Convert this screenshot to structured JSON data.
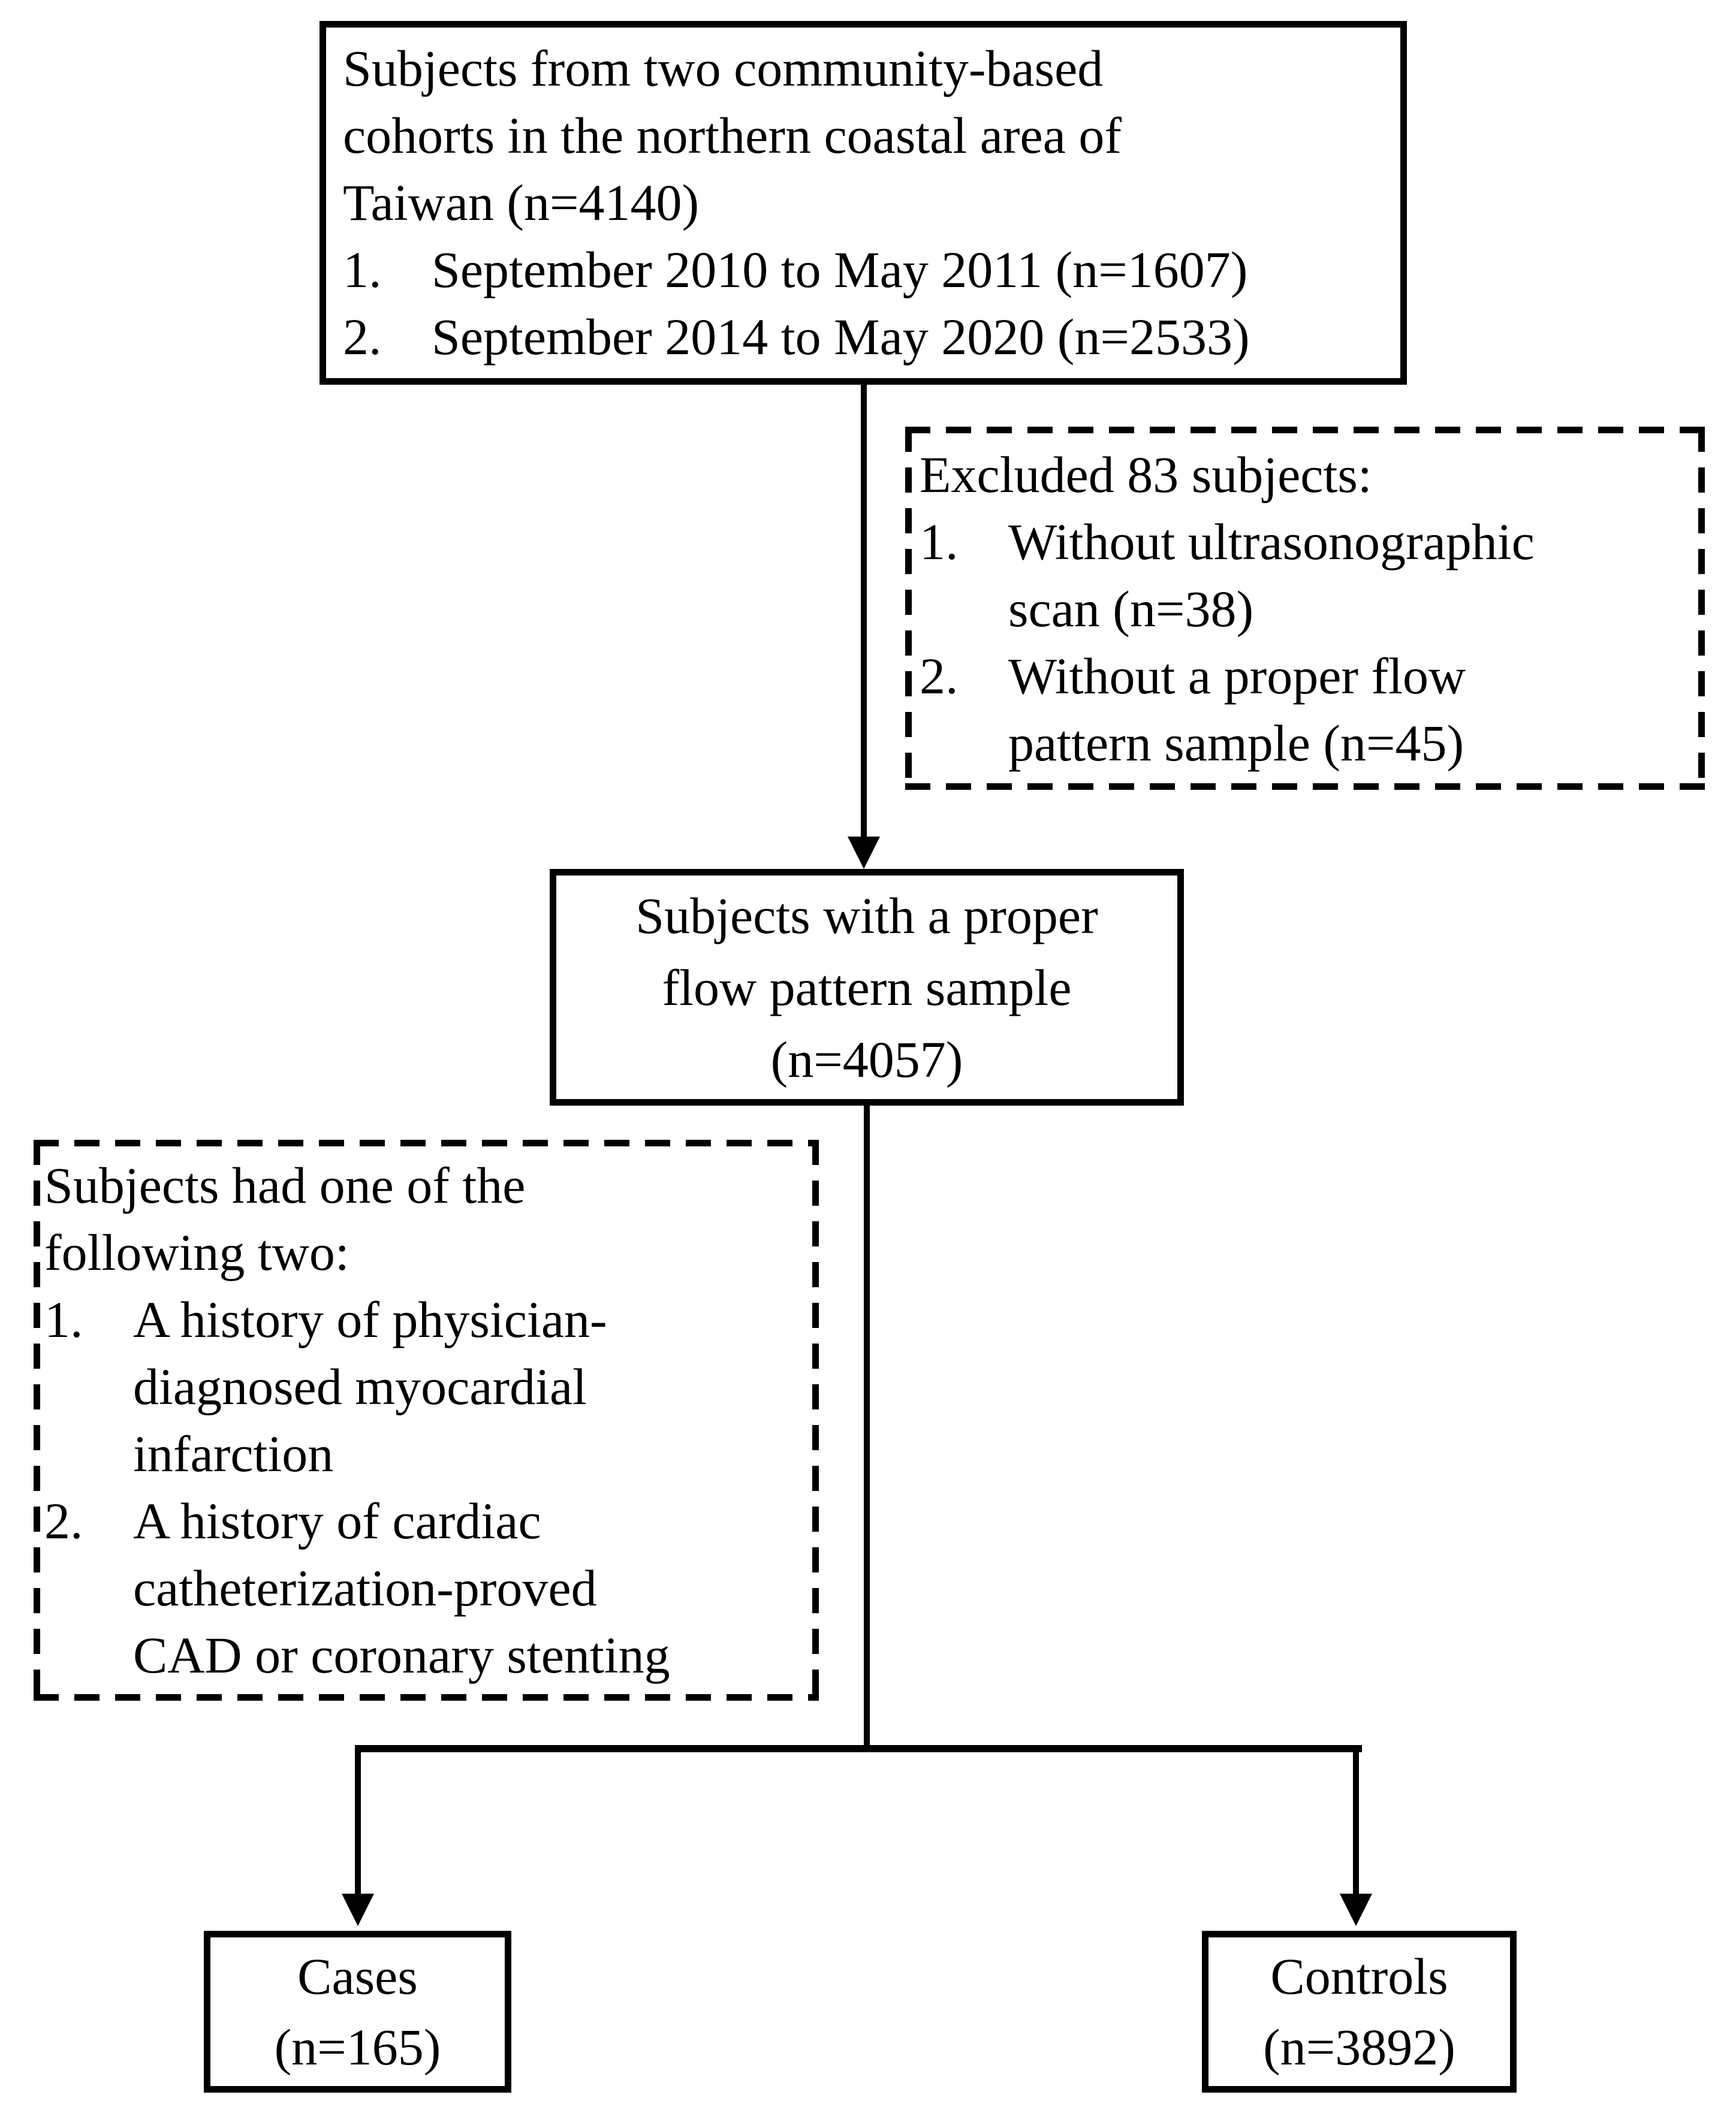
{
  "figure": {
    "background_color": "#ffffff",
    "line_color": "#000000",
    "text_color": "#000000"
  },
  "boxes": {
    "cohort": {
      "border": "solid",
      "intro": "Subjects from two community-based\ncohorts in the northern coastal area of\nTaiwan (n=4140)",
      "items": [
        {
          "num": "1.",
          "text": "September 2010 to May 2011 (n=1607)"
        },
        {
          "num": "2.",
          "text": "September 2014 to May 2020 (n=2533)"
        }
      ]
    },
    "excluded": {
      "border": "dashed",
      "intro": "Excluded 83 subjects:",
      "items": [
        {
          "num": "1.",
          "text": "Without ultrasonographic\nscan (n=38)"
        },
        {
          "num": "2.",
          "text": "Without a proper flow\npattern sample (n=45)"
        }
      ]
    },
    "proper_sample": {
      "border": "solid",
      "text": "Subjects with a proper\nflow pattern sample\n(n=4057)"
    },
    "criteria": {
      "border": "dashed",
      "intro": "Subjects had one of the\nfollowing two:",
      "items": [
        {
          "num": "1.",
          "text": "A history of physician-\ndiagnosed myocardial\ninfarction"
        },
        {
          "num": "2.",
          "text": "A history of cardiac\ncatheterization-proved\nCAD or coronary stenting"
        }
      ]
    },
    "cases": {
      "border": "solid",
      "text": "Cases\n(n=165)"
    },
    "controls": {
      "border": "solid",
      "text": "Controls\n(n=3892)"
    }
  }
}
